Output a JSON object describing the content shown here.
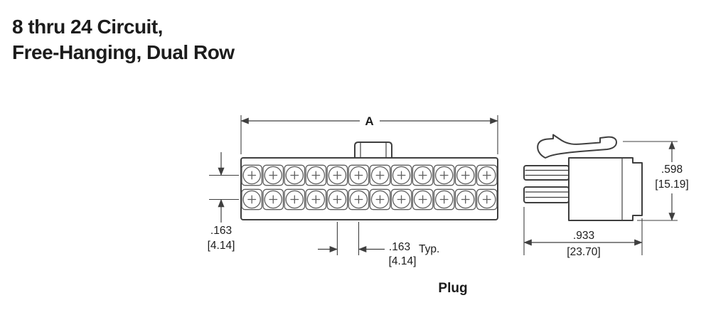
{
  "title": {
    "line1": "8 thru 24 Circuit,",
    "line2": "Free-Hanging, Dual Row"
  },
  "caption": "Plug",
  "front_view": {
    "rows": 2,
    "columns": 12,
    "dim_width_label": "A",
    "row_spacing": {
      "inch": ".163",
      "mm": "[4.14]"
    },
    "pitch": {
      "inch": ".163",
      "mm": "[4.14]",
      "qualifier": "Typ."
    }
  },
  "side_view": {
    "height": {
      "inch": ".598",
      "mm": "[15.19]"
    },
    "depth": {
      "inch": ".933",
      "mm": "[23.70]"
    }
  },
  "colors": {
    "line": "#3f3f3f",
    "pin_line": "#5e5e5e",
    "text": "#1c1c1c",
    "background": "#ffffff"
  }
}
